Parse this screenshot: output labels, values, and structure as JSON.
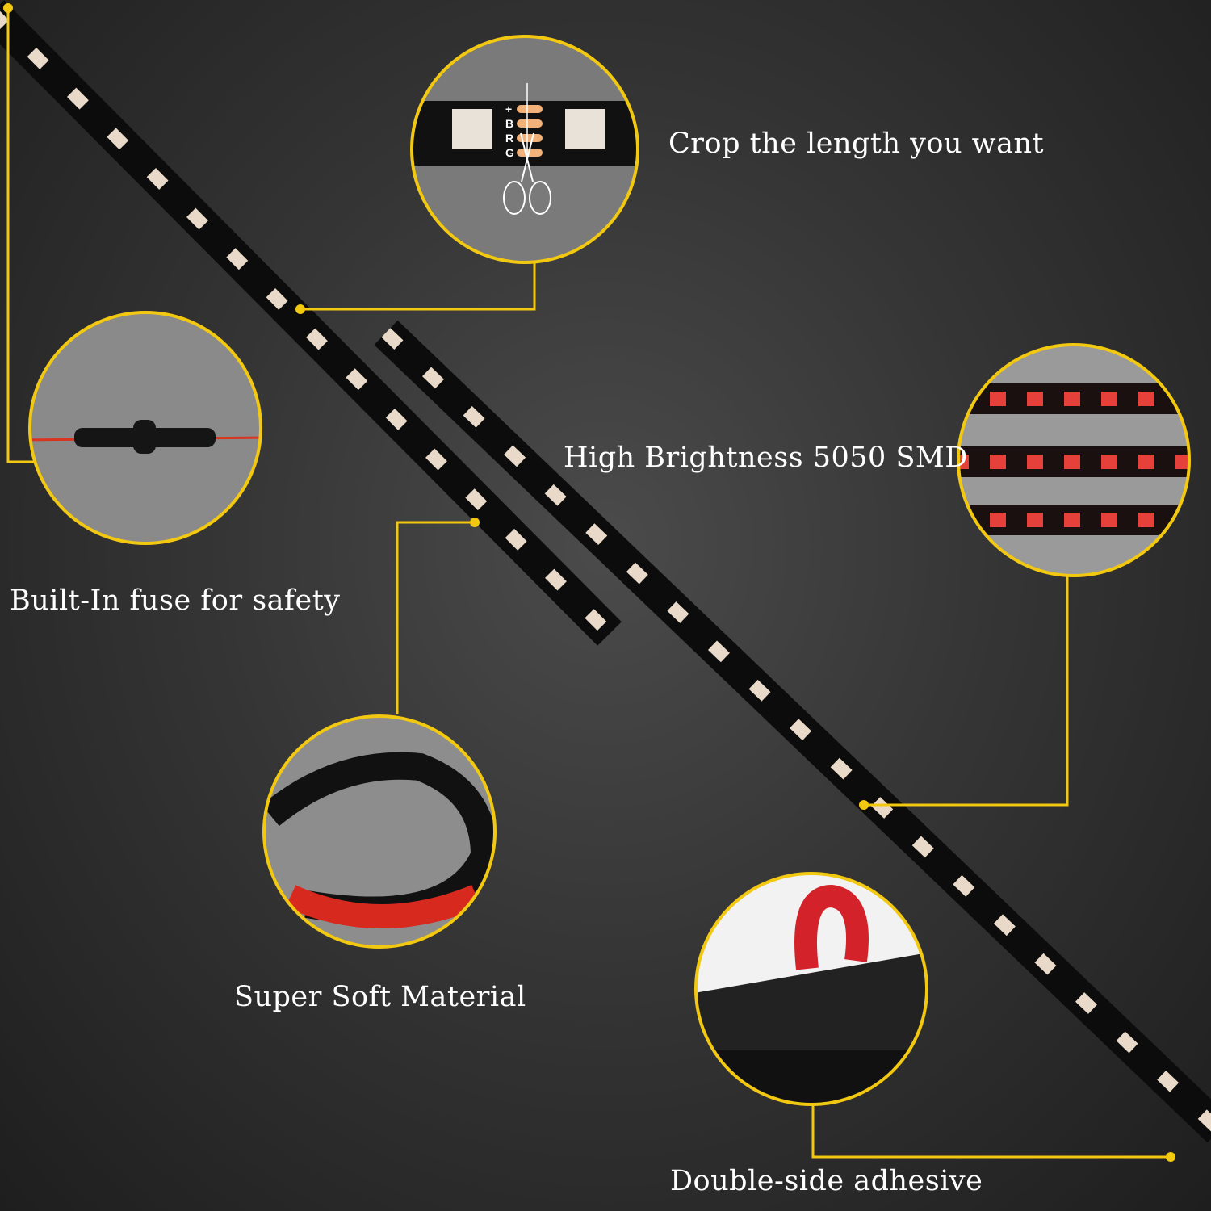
{
  "labels": {
    "crop": "Crop the length you want",
    "fuse": "Built-In fuse for safety",
    "brightness": "High Brightness 5050 SMD",
    "soft": "Super Soft Material",
    "adhesive": "Double-side adhesive"
  },
  "crop_pads": [
    "+",
    "B",
    "R",
    "G"
  ],
  "colors": {
    "accent": "#f2c811",
    "strip": "#0e0e0e",
    "led": "#e8d9c8",
    "pad": "#f0b27a",
    "red_led": "#e5413a"
  }
}
